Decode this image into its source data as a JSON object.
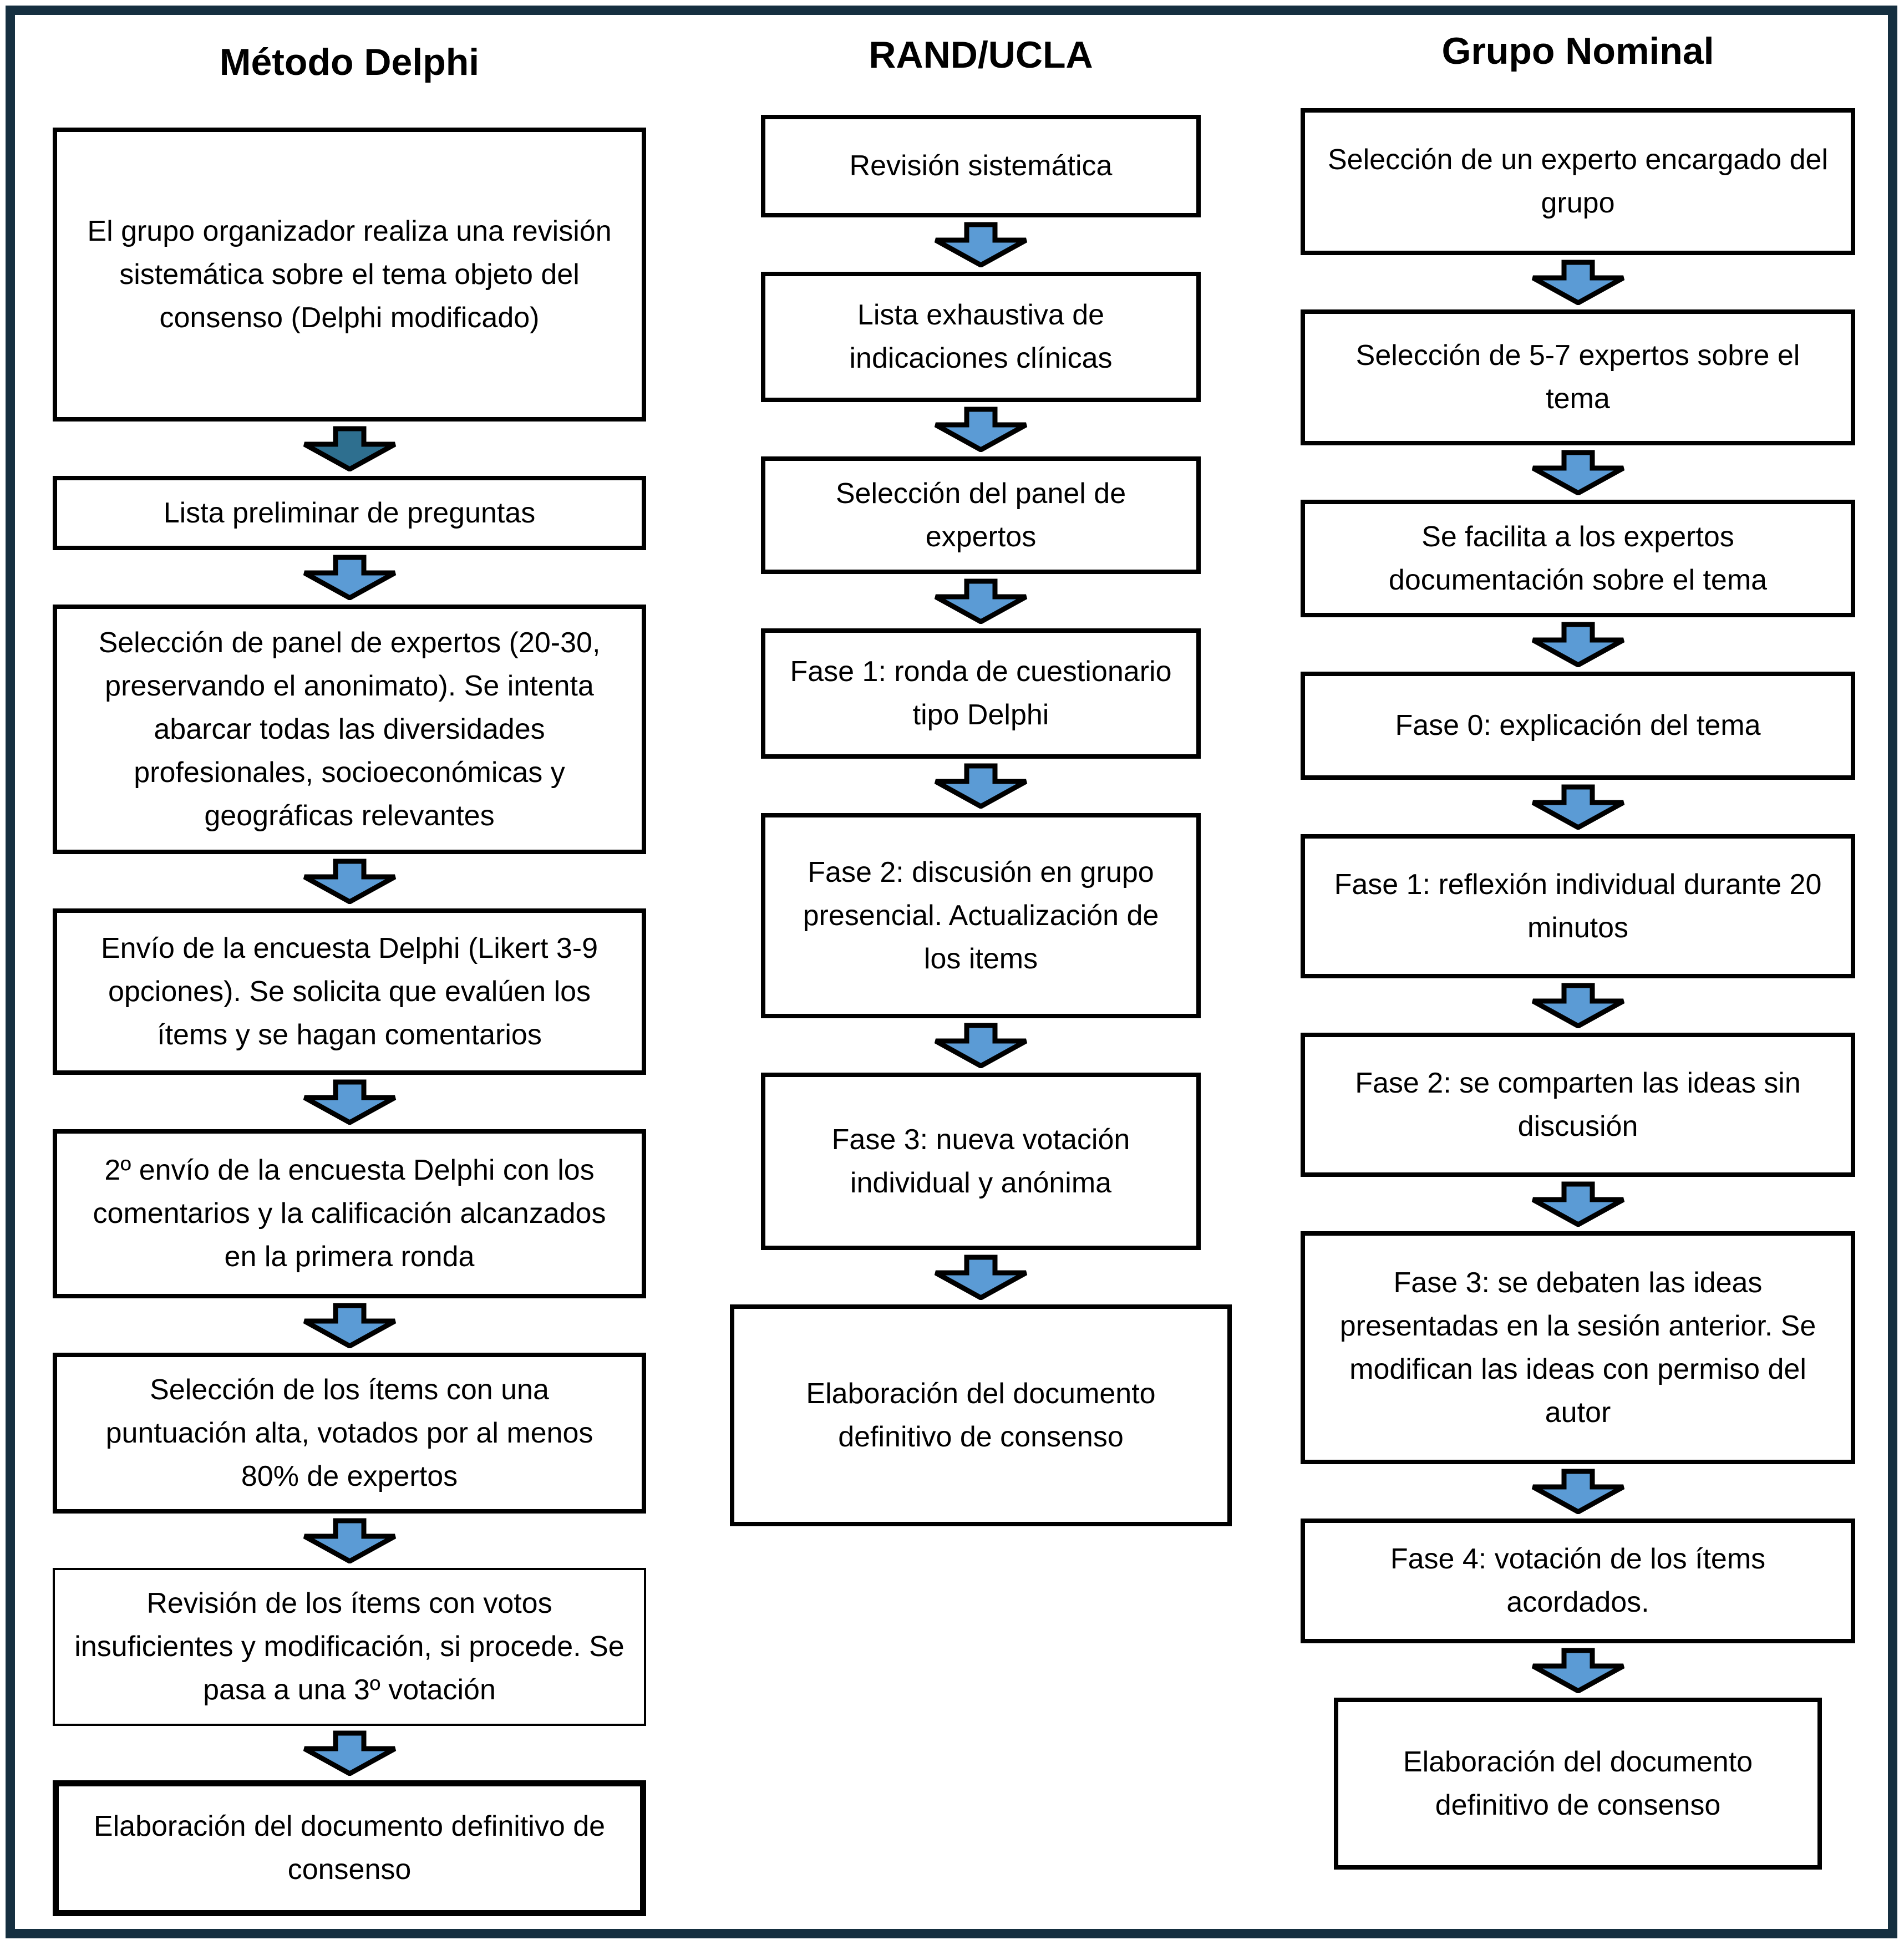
{
  "figure": {
    "colors": {
      "arrow_fill": "#5b9bd5",
      "arrow_fill_first": "#2e6f8f",
      "box_border": "#000000",
      "frame_border": "#152f40"
    },
    "columns": [
      {
        "id": "delphi",
        "title": "Método Delphi",
        "steps": [
          "El grupo organizador realiza una revisión sistemática sobre el tema objeto del consenso (Delphi modificado)",
          "Lista preliminar de preguntas",
          "Selección de panel de expertos (20-30, preservando el anonimato). Se intenta abarcar todas las diversidades profesionales, socioeconómicas y geográficas relevantes",
          "Envío de la encuesta Delphi (Likert 3-9 opciones). Se solicita que evalúen los ítems y se hagan comentarios",
          "2º envío de la encuesta Delphi con los comentarios y la calificación alcanzados en la primera ronda",
          "Selección de los ítems con una puntuación alta, votados por al menos 80% de expertos",
          "Revisión de los ítems con votos insuficientes y modificación, si procede. Se pasa a una 3º votación",
          "Elaboración del documento definitivo de consenso"
        ]
      },
      {
        "id": "rand_ucla",
        "title": "RAND/UCLA",
        "steps": [
          "Revisión sistemática",
          "Lista exhaustiva de indicaciones clínicas",
          "Selección del panel de expertos",
          "Fase 1: ronda de cuestionario tipo Delphi",
          "Fase 2: discusión en grupo presencial. Actualización de los items",
          "Fase 3: nueva votación individual y anónima",
          "Elaboración del documento definitivo de consenso"
        ]
      },
      {
        "id": "grupo_nominal",
        "title": "Grupo Nominal",
        "steps": [
          "Selección de un experto encargado del grupo",
          "Selección de 5-7 expertos sobre el tema",
          "Se facilita a los expertos documentación sobre el tema",
          "Fase 0: explicación del tema",
          "Fase 1: reflexión individual durante 20 minutos",
          "Fase 2: se comparten las ideas sin discusión",
          "Fase 3: se debaten las ideas presentadas en la sesión anterior. Se modifican las ideas con permiso del autor",
          "Fase 4: votación de los ítems acordados.",
          "Elaboración del documento definitivo de consenso"
        ]
      }
    ]
  }
}
